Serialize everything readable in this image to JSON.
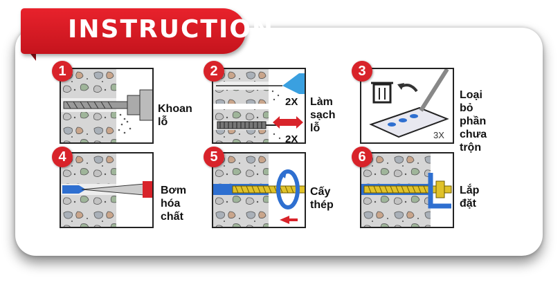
{
  "header": {
    "title": "INSTRUCTION"
  },
  "steps": [
    {
      "number": "1",
      "label": "Khoan lỗ",
      "icon": "drill-hole-icon"
    },
    {
      "number": "2",
      "label": "Làm\nsạch lỗ",
      "icon": "clean-hole-icon",
      "repeat_top": "2X",
      "repeat_bottom": "2X"
    },
    {
      "number": "3",
      "label": "Loại bỏ\nphần chưa\ntrộn",
      "icon": "discard-mix-icon",
      "repeat": "3X"
    },
    {
      "number": "4",
      "label": "Bơm hóa\nchất",
      "icon": "inject-chemical-icon"
    },
    {
      "number": "5",
      "label": "Cấy\nthép",
      "icon": "insert-rod-icon"
    },
    {
      "number": "6",
      "label": "Lắp\nđặt",
      "icon": "install-fixture-icon"
    }
  ],
  "colors": {
    "accent": "#d8232a",
    "concrete": "#d9d9d9",
    "blue": "#2e6fd0",
    "rod": "#e0c22a"
  }
}
